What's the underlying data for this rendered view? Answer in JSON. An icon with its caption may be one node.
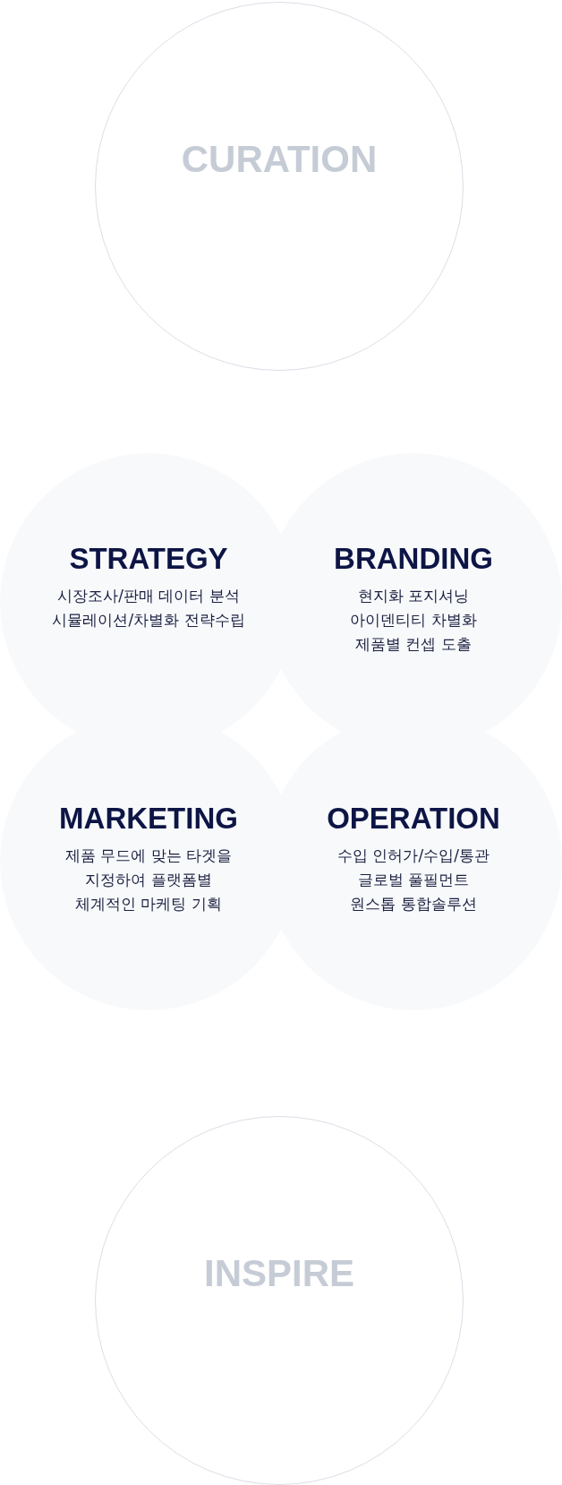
{
  "diagram": {
    "nodes": [
      {
        "text": [
          "CURATION"
        ]
      },
      {
        "text": [
          "STRATEGY",
          "시장조사/판매 데이터 분석",
          "시뮬레이션/차별화 전략수립"
        ]
      },
      {
        "text": [
          "BRANDING",
          "현지화 포지셔닝",
          "아이덴티티 차별화",
          "제품별 컨셉 도출"
        ]
      },
      {
        "text": [
          "MARKETING",
          "제품 무드에 맞는 타겟을",
          "지정하여 플랫폼별",
          "체계적인 마케팅 기획"
        ]
      },
      {
        "text": [
          "OPERATION",
          "수입 인허가/수입/통관",
          "글로벌 풀필먼트",
          "원스톱 통합솔루션"
        ]
      },
      {
        "text": [
          "INSPIRE"
        ]
      }
    ]
  }
}
